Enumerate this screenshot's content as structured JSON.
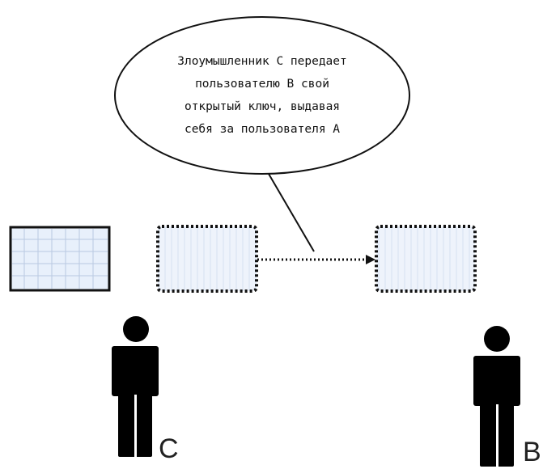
{
  "callout": {
    "lines": [
      "Злоумышленник С передает",
      "пользователю В свой",
      "открытый ключ, выдавая",
      "себя за пользователя А"
    ]
  },
  "actors": {
    "attacker_label": "C",
    "receiver_label": "B"
  },
  "colors": {
    "stroke": "#111111",
    "grid_fill": "#e8f0fb",
    "grid_line": "#b9c9e2",
    "box_fill": "#eef3fb",
    "box_stripe": "#d7e2f2"
  }
}
